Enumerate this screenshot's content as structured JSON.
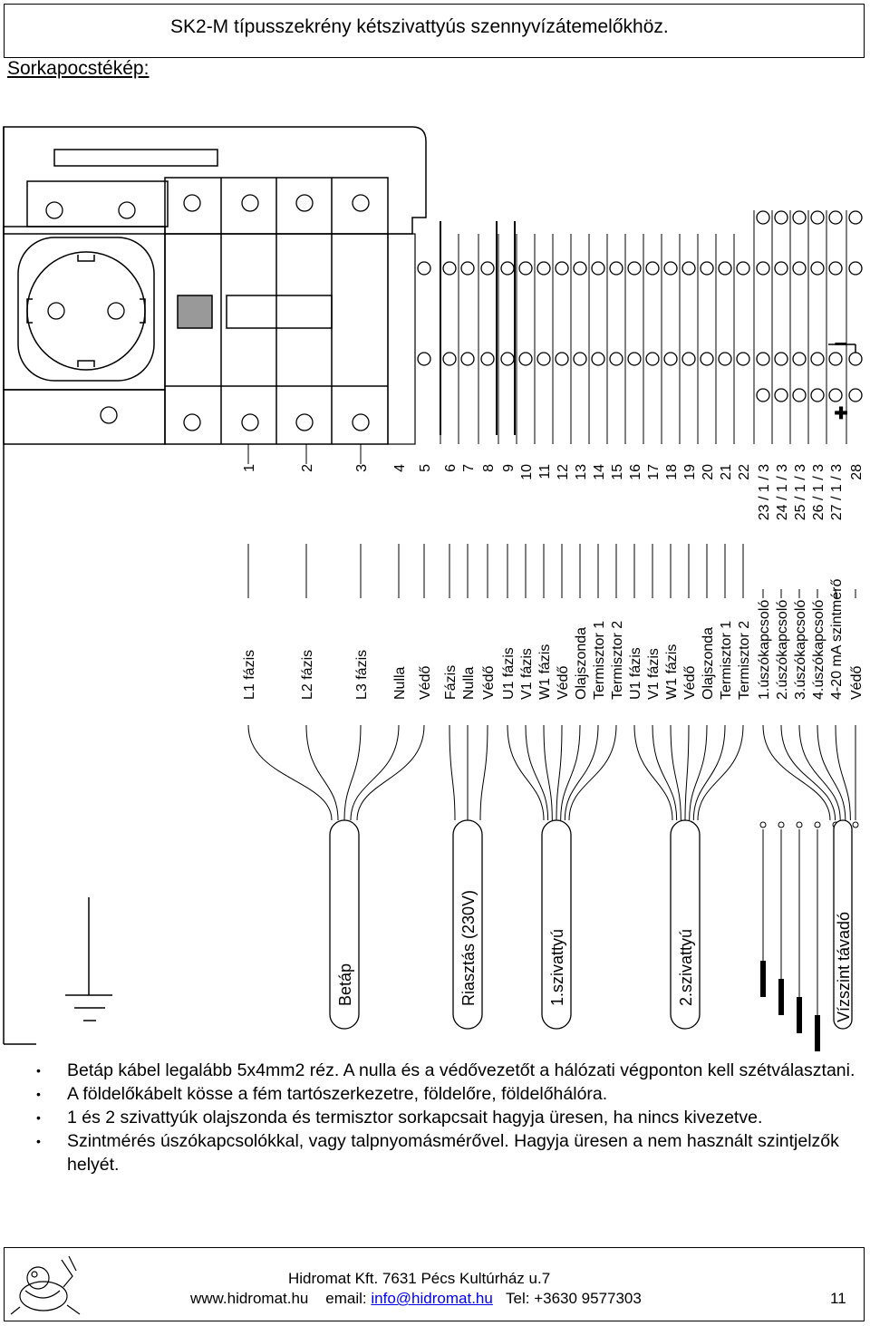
{
  "header": {
    "title": "SK2-M típusszekrény kétszivattyús szennyvízátemelőkhöz."
  },
  "section_label": "Sorkapocstékép:",
  "terminals": [
    {
      "label": "L1  fázis",
      "number": "1"
    },
    {
      "label": "L2  fázis",
      "number": "2"
    },
    {
      "label": "L3  fázis",
      "number": "3"
    },
    {
      "label": "Nulla",
      "number": "4"
    },
    {
      "label": "Védő",
      "number": "5"
    },
    {
      "label": "Fázis",
      "number": "6"
    },
    {
      "label": "Nulla",
      "number": "7"
    },
    {
      "label": "Védő",
      "number": "8"
    },
    {
      "label": "U1  fázis",
      "number": "9"
    },
    {
      "label": "V1  fázis",
      "number": "10"
    },
    {
      "label": "W1  fázis",
      "number": "11"
    },
    {
      "label": "Védő",
      "number": "12"
    },
    {
      "label": "Olajszonda",
      "number": "13"
    },
    {
      "label": "Termisztor 1",
      "number": "14"
    },
    {
      "label": "Termisztor 2",
      "number": "15"
    },
    {
      "label": "U1  fázis",
      "number": "16"
    },
    {
      "label": "V1  fázis",
      "number": "17"
    },
    {
      "label": "W1  fázis",
      "number": "18"
    },
    {
      "label": "Védő",
      "number": "19"
    },
    {
      "label": "Olajszonda",
      "number": "20"
    },
    {
      "label": "Termisztor 1",
      "number": "21"
    },
    {
      "label": "Termisztor 2",
      "number": "22"
    },
    {
      "label": "1.úszókapcsoló",
      "number": "23 / 1 / 3"
    },
    {
      "label": "2.úszókapcsoló",
      "number": "24 / 1 / 3"
    },
    {
      "label": "3.úszókapcsoló",
      "number": "25 / 1 / 3"
    },
    {
      "label": "4.úszókapcsoló",
      "number": "26 / 1 / 3"
    },
    {
      "label": "4-20 mA  szintmérő",
      "number": "27 / 1 / 3"
    },
    {
      "label": "Védő",
      "number": "28"
    }
  ],
  "cables": [
    {
      "label": "Betáp"
    },
    {
      "label": "Riasztás  (230V)"
    },
    {
      "label": "1.szivattyú"
    },
    {
      "label": "2.szivattyú"
    },
    {
      "label": "Vízszint távadó"
    }
  ],
  "polarity": {
    "minus": "−",
    "plus": "✚"
  },
  "notes": [
    "Betáp kábel legalább 5x4mm2 réz. A nulla és a védővezetőt a hálózati végponton kell szétválasztani.",
    "A földelőkábelt kösse a fém tartószerkezetre, földelőre, földelőhálóra.",
    "1 és 2 szivattyúk olajszonda és termisztor sorkapcsait hagyja üresen, ha nincs kivezetve.",
    "Szintmérés úszókapcsolókkal, vagy talpnyomásmérővel. Hagyja üresen a nem használt szintjelzők helyét."
  ],
  "footer": {
    "company": "Hidromat Kft.  7631 Pécs Kultúrház u.7",
    "website": "www.hidromat.hu",
    "email_label": "email:",
    "email": "info@hidromat.hu",
    "phone": "Tel: +3630 9577303",
    "page": "11"
  }
}
